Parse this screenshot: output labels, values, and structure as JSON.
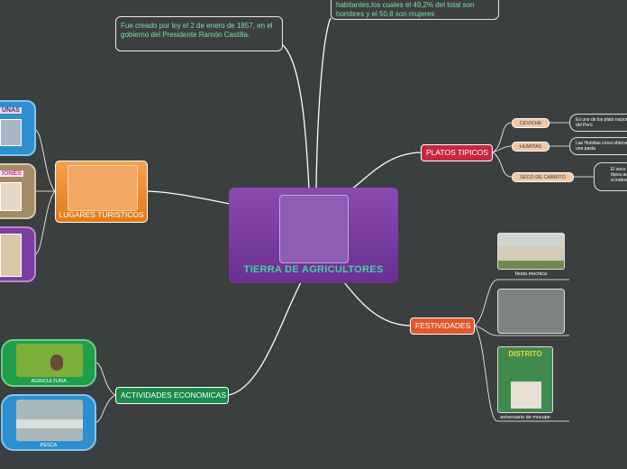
{
  "central": {
    "title": "TIERRA DE AGRICULTORES"
  },
  "notes": {
    "creation": "Fue creado por ley el 2 de enero de 1857, en el gobierno del Presidente Ramón Castilla.",
    "population": "habitantes,los cuales el 49,2% del total son hombres y el 50.8 son mujeres"
  },
  "lugares": {
    "label": "LUGARES TURISTICOS",
    "thumb_texts": [
      "UNAS",
      "IONES"
    ]
  },
  "platos": {
    "label": "PLATOS TIPICOS",
    "items": [
      {
        "name": "CEVICHE",
        "desc": "Es uno de los plato nacional del Perú"
      },
      {
        "name": "HUMITAS",
        "desc": "Las Humitas consi obtener una pasta"
      },
      {
        "name": "SECO DE CABRITO",
        "desc": "El seco típica aun si indesc"
      }
    ]
  },
  "festividades": {
    "label": "FESTIVIDADES",
    "items": [
      {
        "caption": "fiesta mochica"
      },
      {
        "caption": ""
      },
      {
        "caption": "aniversario de mocupe",
        "poster_title": "DISTRITO"
      }
    ]
  },
  "actividades": {
    "label": "ACTIVIDADES ECONOMICAS",
    "items": [
      {
        "caption": "AGRICULTURA"
      },
      {
        "caption": "PESCA"
      }
    ]
  },
  "colors": {
    "background": "#3b3f40",
    "central": "#7b3ea3",
    "lugares": "#f0922f",
    "platos": "#c8273f",
    "festividades": "#e1582a",
    "actividades": "#1a8a48",
    "platos_sub": "#f3c7a0"
  }
}
